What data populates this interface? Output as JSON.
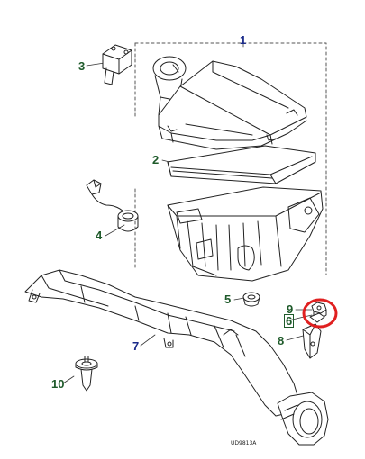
{
  "callouts": [
    {
      "id": "1",
      "label": "1",
      "color": "#1a2a8a"
    },
    {
      "id": "2",
      "label": "2",
      "color": "#1e5a2a"
    },
    {
      "id": "3",
      "label": "3",
      "color": "#1e5a2a"
    },
    {
      "id": "4",
      "label": "4",
      "color": "#1e5a2a"
    },
    {
      "id": "5",
      "label": "5",
      "color": "#1e5a2a"
    },
    {
      "id": "6",
      "label": "6",
      "color": "#1e5a2a"
    },
    {
      "id": "7",
      "label": "7",
      "color": "#1a2a8a"
    },
    {
      "id": "8",
      "label": "8",
      "color": "#1e5a2a"
    },
    {
      "id": "9",
      "label": "9",
      "color": "#1e5a2a"
    },
    {
      "id": "10",
      "label": "10",
      "color": "#1e5a2a"
    }
  ],
  "reference_code": "UD9813A",
  "highlight_color": "#e02020",
  "components": [
    "air-cleaner-cover",
    "air-filter-element",
    "mass-air-flow-sensor",
    "resonator",
    "grommet",
    "clip",
    "air-intake-duct",
    "bracket",
    "nut",
    "push-pin-fastener",
    "air-cleaner-housing"
  ]
}
